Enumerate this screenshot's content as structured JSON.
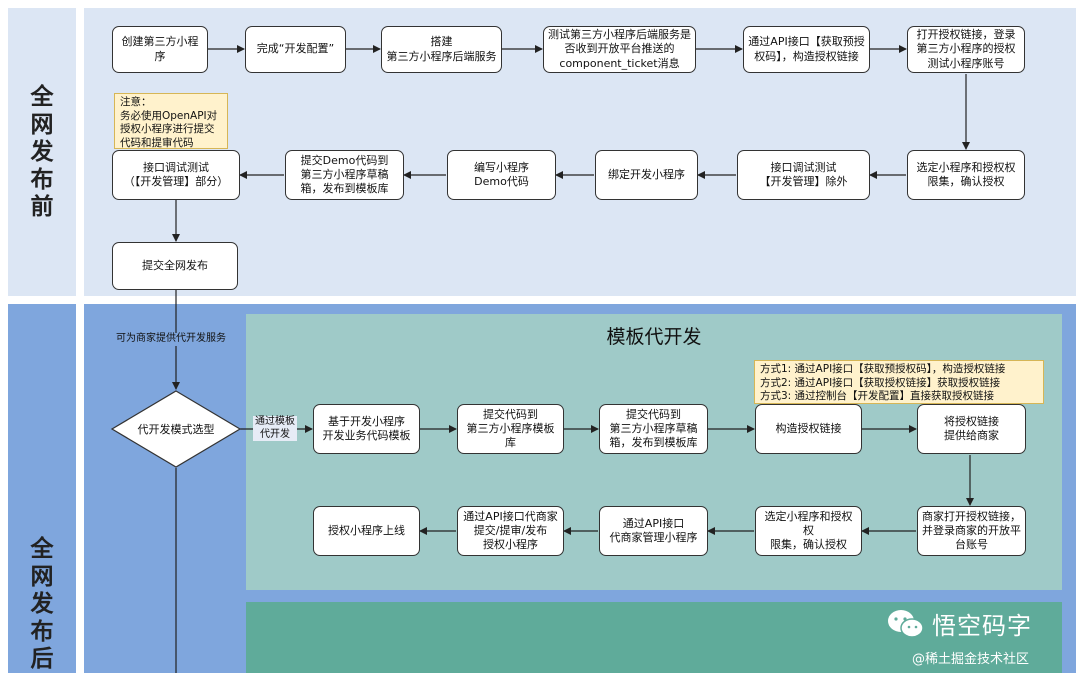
{
  "phases": {
    "before": "全\n网\n发\n布\n前",
    "after": "全\n网\n发\n布\n后"
  },
  "template": {
    "title": "模板代开发"
  },
  "nodes": {
    "create": "创建第三方小程序",
    "dev_config": "完成“开发配置”",
    "backend": "搭建\n第三方小程序后端服务",
    "ticket": "测试第三方小程序后端服务是\n否收到开放平台推送的\ncomponent_ticket消息",
    "api_preauth": "通过API接口【获取预授\n权码】，构造授权链接",
    "open_link": "打开授权链接，登录\n第三方小程序的授权\n测试小程序账号",
    "select_perm": "选定小程序和授权权\n限集，确认授权",
    "api_test_except": "接口调试测试\n【开发管理】除外",
    "bind_dev": "绑定开发小程序",
    "write_demo": "编写小程序\nDemo代码",
    "submit_demo": "提交Demo代码到\n第三方小程序草稿\n箱，发布到模板库",
    "api_test_part": "接口调试测试\n（【开发管理】部分）",
    "submit_release": "提交全网发布",
    "template_base": "基于开发小程序\n开发业务代码模板",
    "submit_code": "提交代码到\n第三方小程序模板库",
    "submit_code2": "提交代码到\n第三方小程序草稿\n箱，发布到模板库",
    "build_link": "构造授权链接",
    "give_link": "将授权链接\n提供给商家",
    "merchant_open": "商家打开授权链接，\n并登录商家的开放平\n台账号",
    "select_perm2": "选定小程序和授权权\n限集，确认授权",
    "api_manage": "通过API接口\n代商家管理小程序",
    "api_submit": "通过API接口代商家\n提交/提审/发布\n授权小程序",
    "online": "授权小程序上线"
  },
  "decision": {
    "label": "代开发模式选型"
  },
  "notes": {
    "openapi": "注意：\n务必使用OpenAPI对\n授权小程序进行提交\n代码和提审代码",
    "methods": "方式1:   通过API接口【获取预授权码】，构造授权链接\n方式2:  通过API接口【获取授权链接】获取授权链接\n方式3:  通过控制台【开发配置】直接获取授权链接"
  },
  "edge_labels": {
    "provide": "可为商家提供代开发服务",
    "template_dev": "通过模板\n代开发"
  },
  "brand": {
    "name": "悟空码字",
    "icon": "wechat-icon"
  },
  "watermark": "@稀土掘金技术社区",
  "colors": {
    "before_band": "#dce6f4",
    "after_band": "#7fa6dd",
    "template_panel": "#9fcac8",
    "note_fill": "#fff2cc",
    "panel2": "#5fab9a"
  }
}
